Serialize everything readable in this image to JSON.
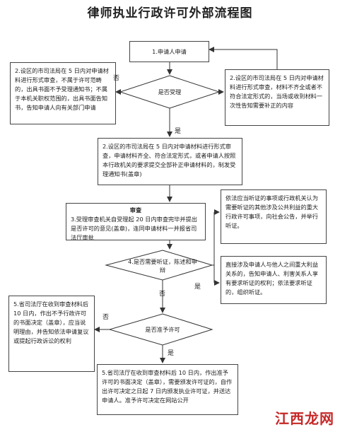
{
  "title": "律师执业行政许可外部流程图",
  "nodes": {
    "apply": "1.申请人申请",
    "not_accepted": "2.设区的市司法局在 5 日内对申请材料进行形式审查，不属于许可范畴的，出具书面不予受理通知书；不属于本机关职权范围的，出具书面告知书，告知申请人向有关部门申请",
    "supplement": "2.设区的市司法局在 5 日内对申请材料进行形式审查，材料不齐全或者不符合法定形式的，当场或收到材料一次性告知需要补正的内容",
    "is_accepted": "是否受理",
    "accepted": "2.设区的市司法局在 5 日内对申请材料进行形式审查，申请材料齐全、符合法定形式，或者申请人按照本行政机关的要求提交全部补正申请材料的，制发受理通知书(盖章)",
    "review_title": "审查",
    "review": "3.受理审查机关自受理起 20 日内审查完毕并提出是否许可的意见(盖章)，连同申请材料一并报省司法厅审批",
    "hearing_q": "4.是否需要听证，陈述和申辩",
    "public_hearing": "依法应当听证的事项或行政机关认为需要听证的其他涉及公共利益的重大行政许可事项，向社会公告，并举行听证。",
    "interest_hearing": "直接涉及申请人与他人之间重大利益关系的，告知申请人、利害关系人享有要求听证的权利；依法要求听证的，组织听证。",
    "deny": "5.省司法厅在收到审查材料后 10 日内，作出不予行政许可的书面决定（盖章），应当说明理由，并告知依法申请复议或提起行政诉讼的权利",
    "is_permit": "是否准予许可",
    "grant": "5.省司法厅在收到审查材料后 10 日内，作出准予许可的书面决定（盖章），需要颁发许可证的，自作出许可决定之日起 7 日内颁发执业许可证，并送达申请人。准予许可决定在网站公开"
  },
  "labels": {
    "no1": "否",
    "yes1": "是",
    "yes2": "是",
    "no2": "否",
    "no3": "否",
    "yes3": "是"
  },
  "watermark": "江西龙网"
}
